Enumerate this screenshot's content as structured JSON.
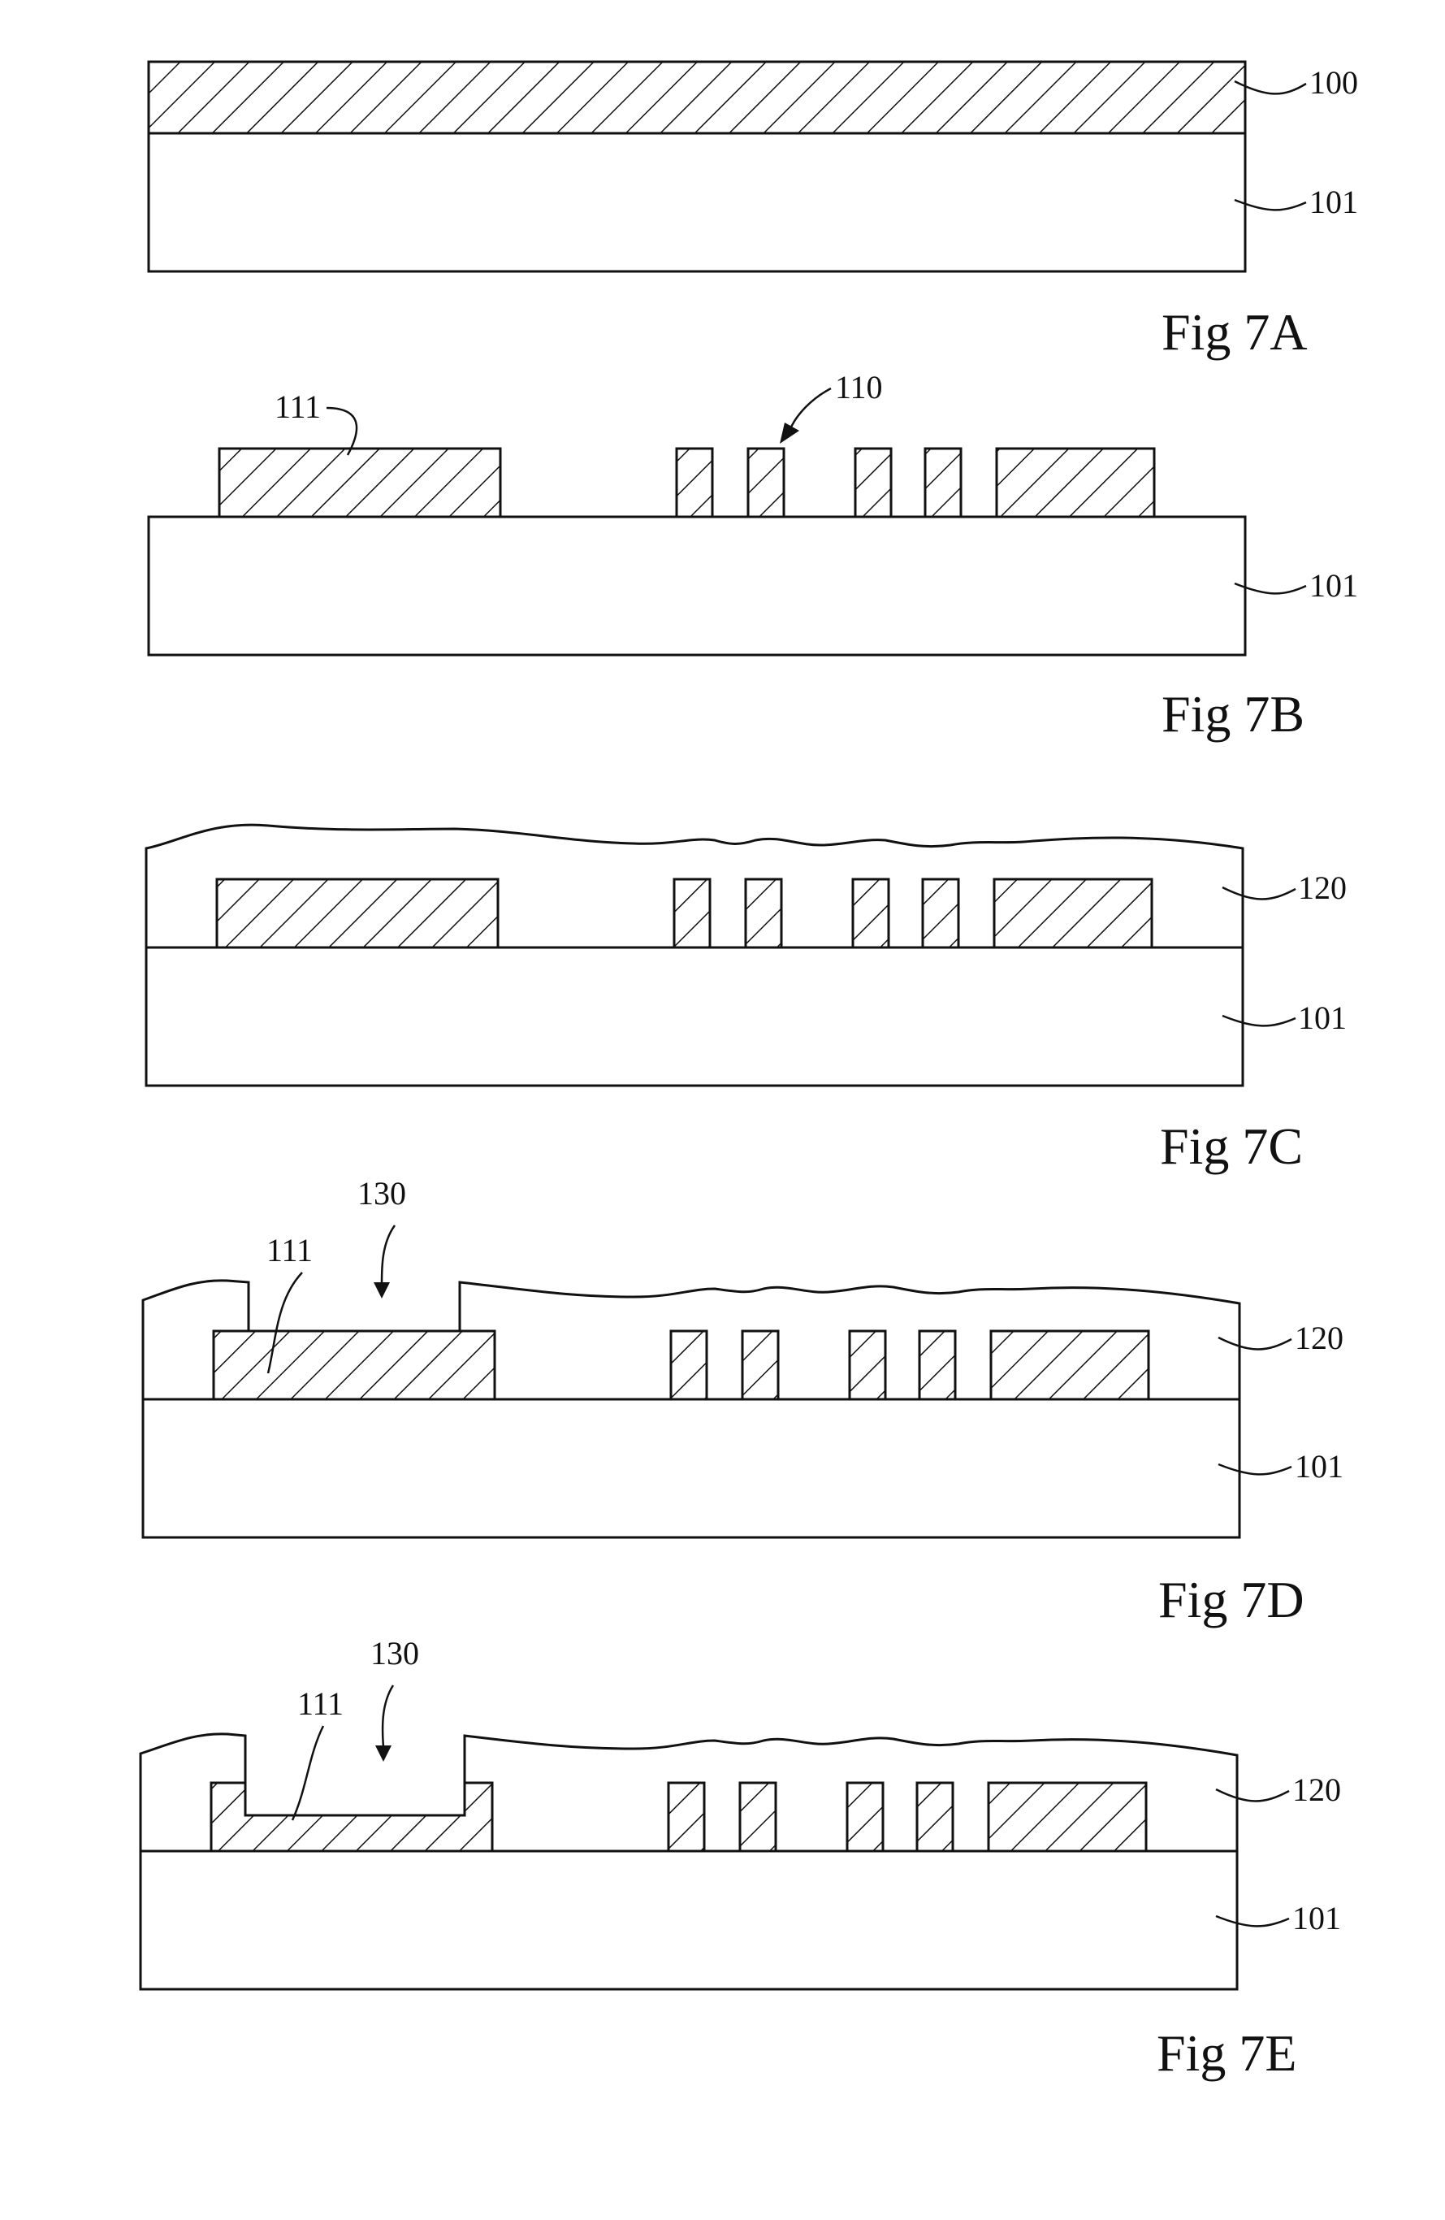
{
  "figures": [
    {
      "caption": "Fig 7A",
      "labels": {
        "layer_top": "100",
        "substrate": "101"
      }
    },
    {
      "caption": "Fig 7B",
      "labels": {
        "large_pattern": "111",
        "dense_pattern": "110",
        "substrate": "101"
      }
    },
    {
      "caption": "Fig 7C",
      "labels": {
        "dielectric": "120",
        "substrate": "101"
      }
    },
    {
      "caption": "Fig 7D",
      "labels": {
        "opening": "130",
        "large_pattern": "111",
        "dielectric": "120",
        "substrate": "101"
      }
    },
    {
      "caption": "Fig 7E",
      "labels": {
        "opening": "130",
        "large_pattern": "111",
        "dielectric": "120",
        "substrate": "101"
      }
    }
  ]
}
